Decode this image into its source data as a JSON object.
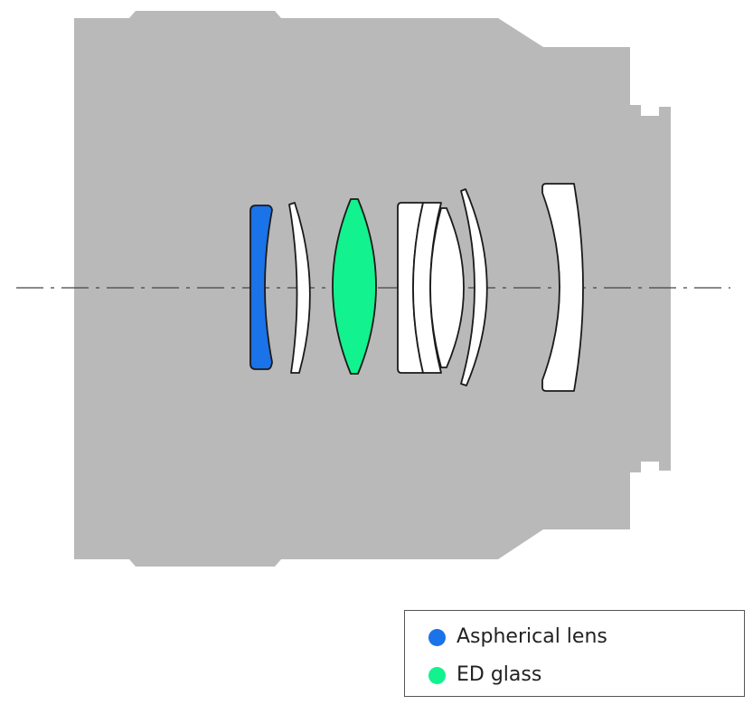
{
  "colors": {
    "background": "#ffffff",
    "housing": "#b9b9b9",
    "lens_outline": "#1a1a1a",
    "standard_glass": "#ffffff",
    "aspherical": "#1a73e8",
    "ed_glass": "#12f28e",
    "axis_line": "#444444"
  },
  "legend": {
    "items": [
      {
        "label": "Aspherical lens",
        "color": "#1a73e8",
        "icon": "filled-circle-icon"
      },
      {
        "label": "ED glass",
        "color": "#12f28e",
        "icon": "filled-circle-icon"
      }
    ]
  },
  "lens_elements": [
    {
      "index": 1,
      "type": "aspherical"
    },
    {
      "index": 2,
      "type": "standard"
    },
    {
      "index": 3,
      "type": "ed"
    },
    {
      "index": 4,
      "type": "standard"
    },
    {
      "index": 5,
      "type": "standard"
    },
    {
      "index": 6,
      "type": "standard"
    },
    {
      "index": 7,
      "type": "standard"
    }
  ]
}
